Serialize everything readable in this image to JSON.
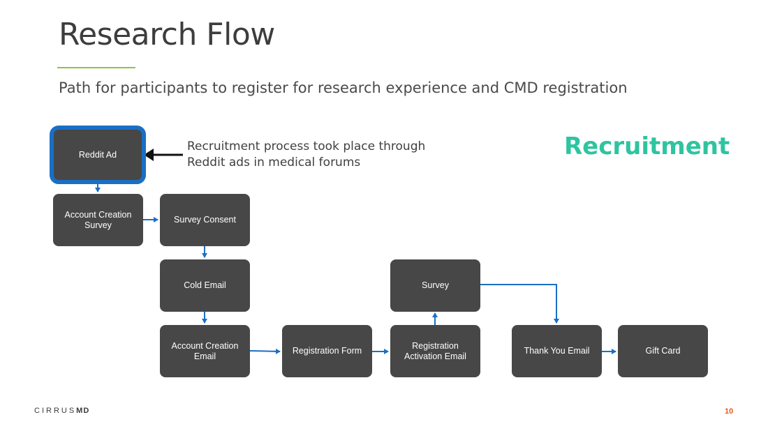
{
  "slide": {
    "title": "Research Flow",
    "subtitle": "Path for participants to register for research experience and CMD registration",
    "section_label": "Recruitment",
    "note_line1": "Recruitment process took place through",
    "note_line2": "Reddit ads in medical forums",
    "logo_light": "CIRRUS",
    "logo_bold": "MD",
    "page_number": "10"
  },
  "colors": {
    "box": "#474747",
    "highlight": "#1a6fc4",
    "arrow": "#1a6fc4",
    "section_label": "#2ec4a0",
    "title_rule": "#8cc63f",
    "page_number": "#e55a1c"
  },
  "flow": {
    "nodes": {
      "reddit_ad": "Reddit Ad",
      "account_creation_survey_1": "Account Creation",
      "account_creation_survey_2": "Survey",
      "survey_consent": "Survey Consent",
      "cold_email": "Cold Email",
      "account_creation_email_1": "Account Creation",
      "account_creation_email_2": "Email",
      "registration_form": "Registration Form",
      "registration_activation_email_1": "Registration",
      "registration_activation_email_2": "Activation Email",
      "survey": "Survey",
      "thank_you_email": "Thank You Email",
      "gift_card": "Gift Card"
    },
    "edges": [
      [
        "reddit_ad",
        "account_creation_survey"
      ],
      [
        "account_creation_survey",
        "survey_consent"
      ],
      [
        "survey_consent",
        "cold_email"
      ],
      [
        "cold_email",
        "account_creation_email"
      ],
      [
        "account_creation_email",
        "registration_form"
      ],
      [
        "registration_form",
        "registration_activation_email"
      ],
      [
        "registration_activation_email",
        "survey"
      ],
      [
        "survey",
        "thank_you_email"
      ],
      [
        "thank_you_email",
        "gift_card"
      ]
    ]
  }
}
